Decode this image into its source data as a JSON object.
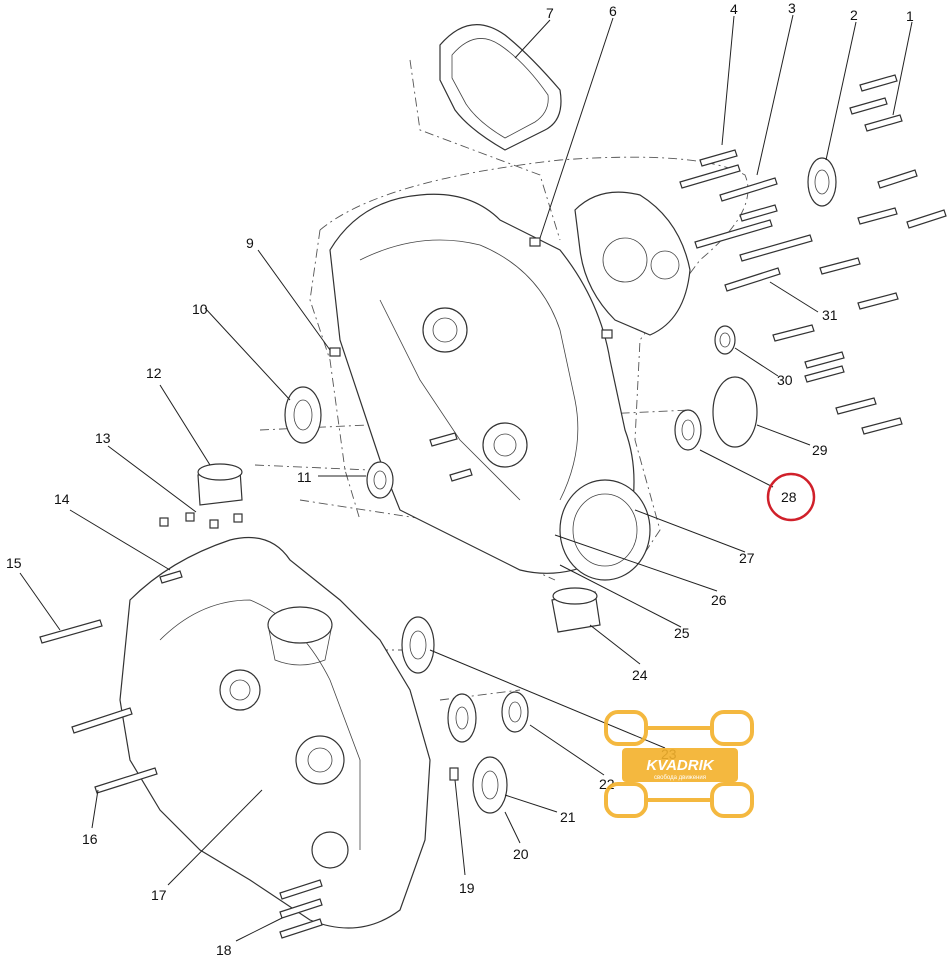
{
  "parts": [
    {
      "number": "1"
    },
    {
      "number": "2"
    },
    {
      "number": "3"
    },
    {
      "number": "4"
    },
    {
      "number": "6"
    },
    {
      "number": "7"
    },
    {
      "number": "9"
    },
    {
      "number": "10"
    },
    {
      "number": "11"
    },
    {
      "number": "12"
    },
    {
      "number": "13"
    },
    {
      "number": "14"
    },
    {
      "number": "15"
    },
    {
      "number": "16"
    },
    {
      "number": "17"
    },
    {
      "number": "18"
    },
    {
      "number": "19"
    },
    {
      "number": "20"
    },
    {
      "number": "21"
    },
    {
      "number": "22"
    },
    {
      "number": "23"
    },
    {
      "number": "24"
    },
    {
      "number": "25"
    },
    {
      "number": "26"
    },
    {
      "number": "27"
    },
    {
      "number": "28"
    },
    {
      "number": "29"
    },
    {
      "number": "30"
    },
    {
      "number": "31"
    }
  ],
  "highlight": {
    "part": "28",
    "color": "#d0202a"
  },
  "watermark": {
    "brand": "KVADRIK",
    "tagline": "свобода движения",
    "color": "#f3b12b"
  },
  "colors": {
    "line": "#333333",
    "background": "#ffffff"
  }
}
